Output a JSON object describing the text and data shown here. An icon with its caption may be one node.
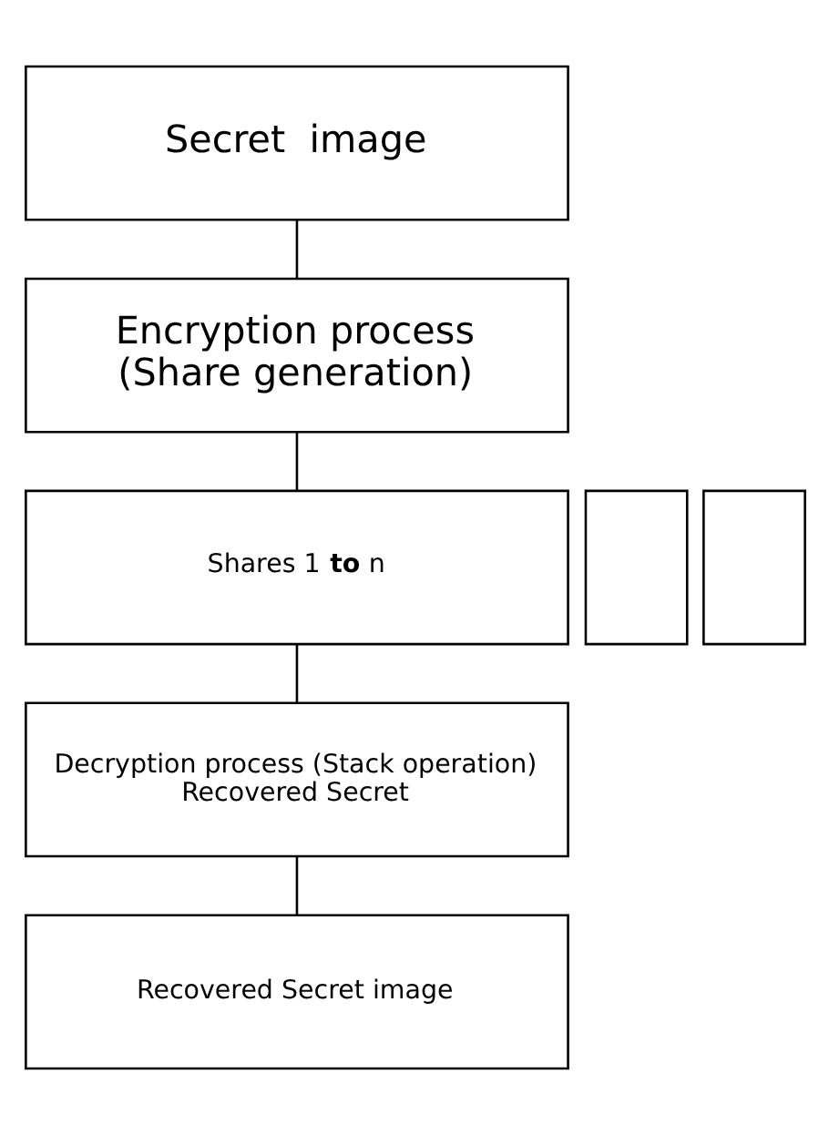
{
  "diagram": {
    "nodes": [
      {
        "text": [
          "Secret  image"
        ]
      },
      {
        "text": [
          "Encryption process",
          "(Share generation)"
        ]
      },
      {
        "text": [],
        "shape": "box"
      },
      {
        "text": [],
        "shape": "box"
      },
      {
        "text": [
          "Shares 1 **to** n"
        ]
      },
      {
        "text": [
          "Decryption process (Stack operation)",
          "Recovered Secret"
        ]
      },
      {
        "text": [
          "Recovered Secret image"
        ]
      }
    ],
    "edges": [
      {
        "from": 0,
        "to": 1,
        "arrow": "none"
      },
      {
        "from": 1,
        "to": 4,
        "arrow": "none"
      },
      {
        "from": 4,
        "to": 5,
        "arrow": "none"
      },
      {
        "from": 5,
        "to": 6,
        "arrow": "none"
      }
    ]
  }
}
